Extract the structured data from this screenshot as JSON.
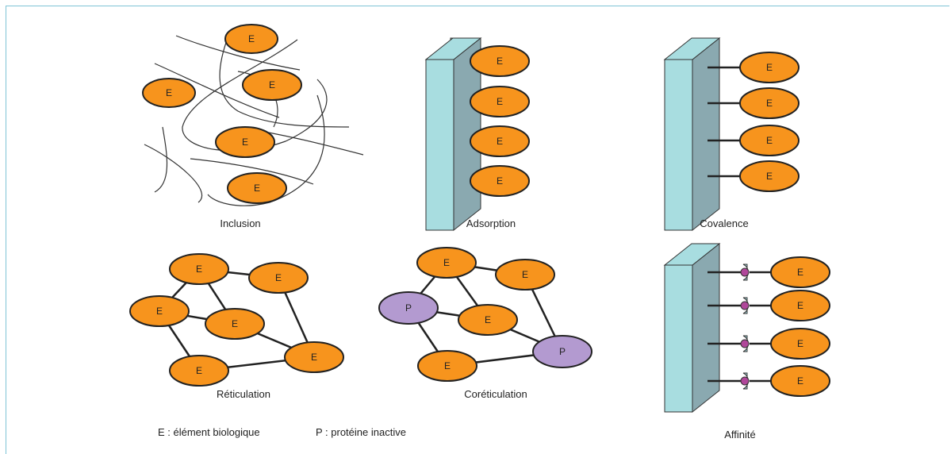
{
  "element_label": "E",
  "protein_label": "P",
  "colors": {
    "element_fill": "#f7941d",
    "protein_fill": "#b39ad0",
    "support_front": "#a8dde0",
    "support_side": "#8aa9b0",
    "receptor_fill": "#a8dde0",
    "ligand_fill": "#b0479a"
  },
  "panels": {
    "inclusion": {
      "caption": "Inclusion"
    },
    "adsorption": {
      "caption": "Adsorption"
    },
    "covalence": {
      "caption": "Covalence"
    },
    "reticulation": {
      "caption": "Réticulation"
    },
    "coreticulation": {
      "caption": "Coréticulation"
    },
    "affinite": {
      "caption": "Affinité"
    }
  },
  "legend": {
    "element": "E : élément biologique",
    "protein": "P : protéine inactive"
  }
}
